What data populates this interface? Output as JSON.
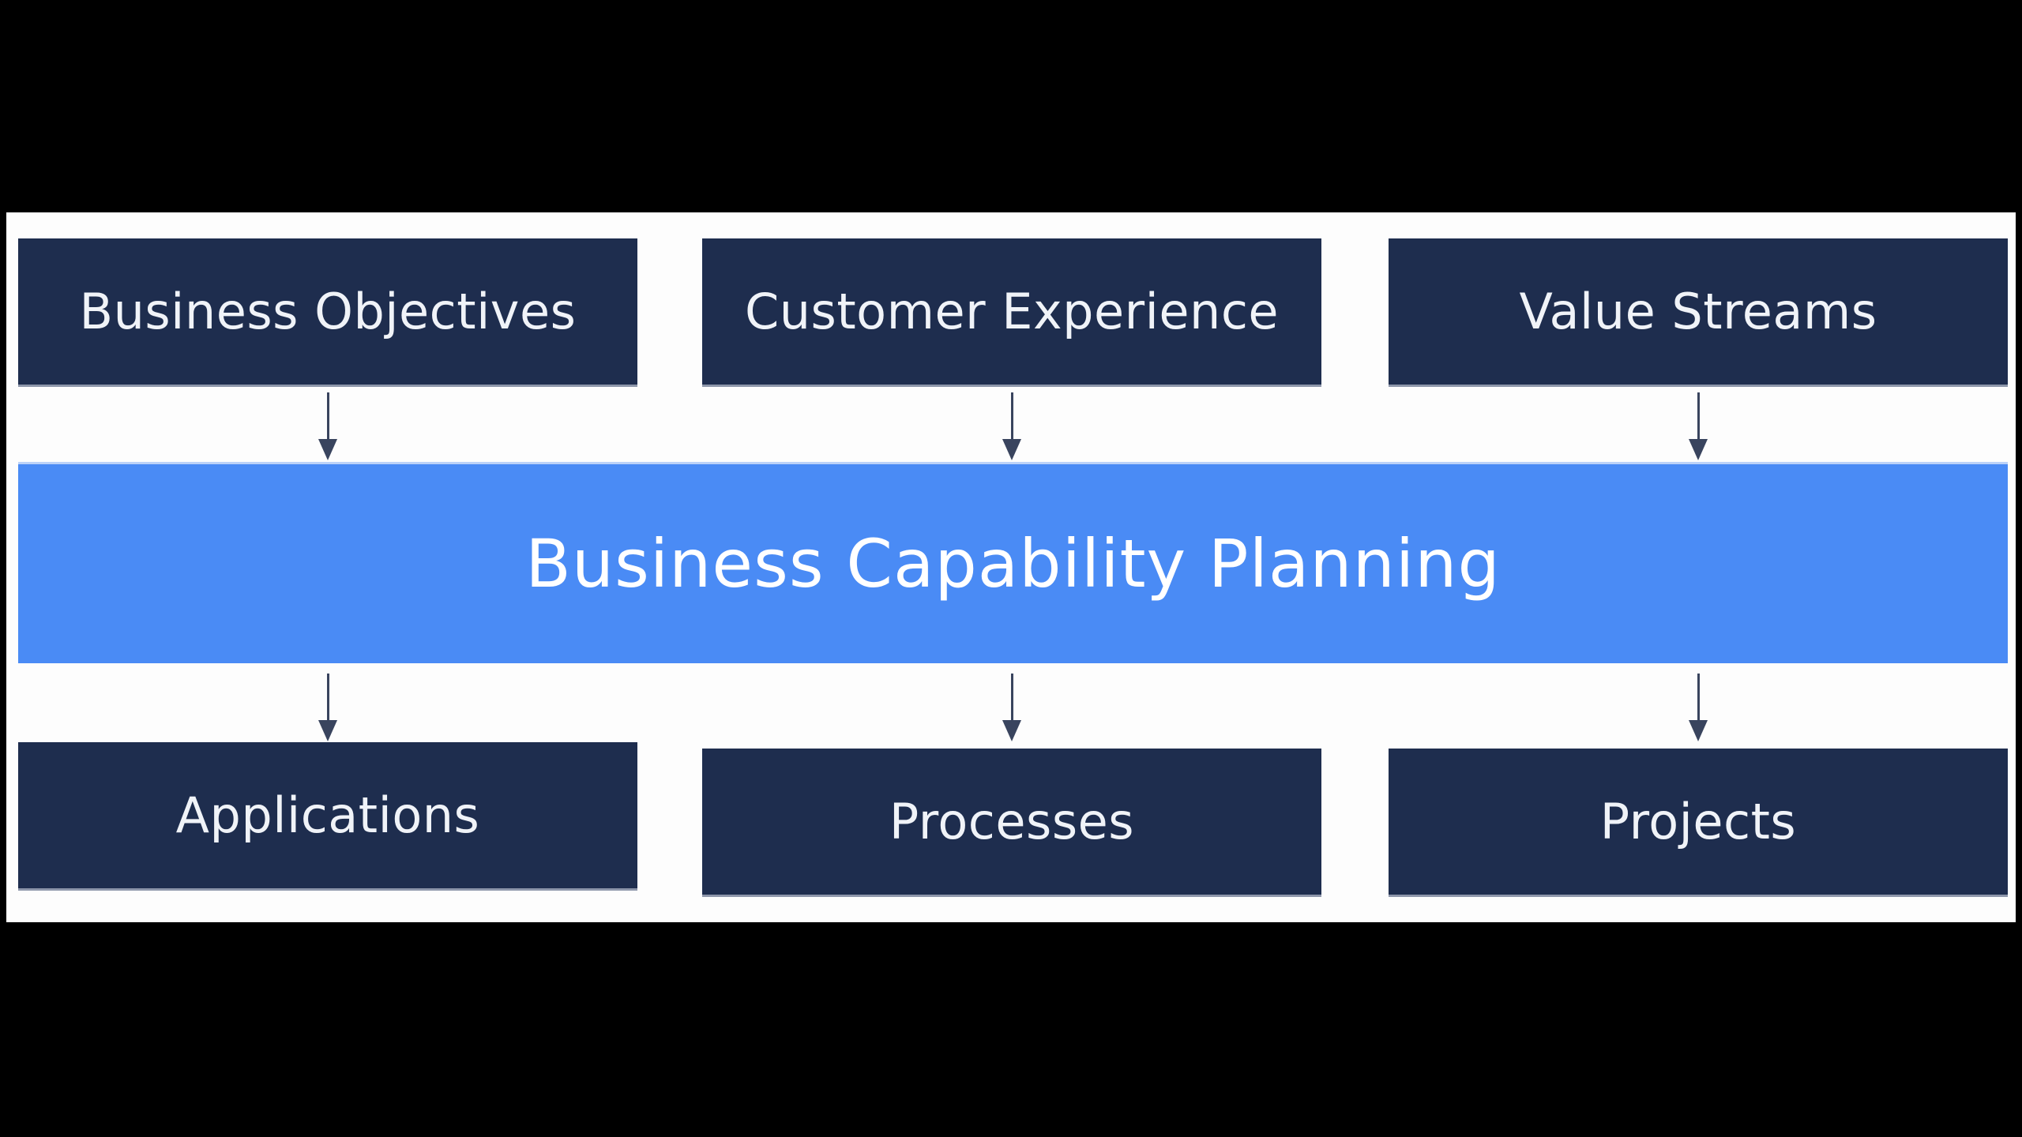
{
  "diagram": {
    "type": "flow",
    "banner": {
      "label": "Business Capability Planning"
    },
    "top_row": [
      {
        "label": "Business Objectives"
      },
      {
        "label": "Customer Experience"
      },
      {
        "label": "Value Streams"
      }
    ],
    "bottom_row": [
      {
        "label": "Applications"
      },
      {
        "label": "Processes"
      },
      {
        "label": "Projects"
      }
    ],
    "arrows": [
      {
        "from": "Business Objectives",
        "to": "Business Capability Planning"
      },
      {
        "from": "Customer Experience",
        "to": "Business Capability Planning"
      },
      {
        "from": "Value Streams",
        "to": "Business Capability Planning"
      },
      {
        "from": "Business Capability Planning",
        "to": "Applications"
      },
      {
        "from": "Business Capability Planning",
        "to": "Processes"
      },
      {
        "from": "Business Capability Planning",
        "to": "Projects"
      }
    ],
    "colors": {
      "page_background": "#000000",
      "stage_background": "#fdfdfd",
      "node_fill": "#1e2d4e",
      "node_text": "#f0f3f8",
      "node_edge_highlight": "#8d96aa",
      "banner_fill": "#4a8bf5",
      "banner_edge_highlight": "#bcd2f8",
      "arrow": "#39445e"
    }
  }
}
